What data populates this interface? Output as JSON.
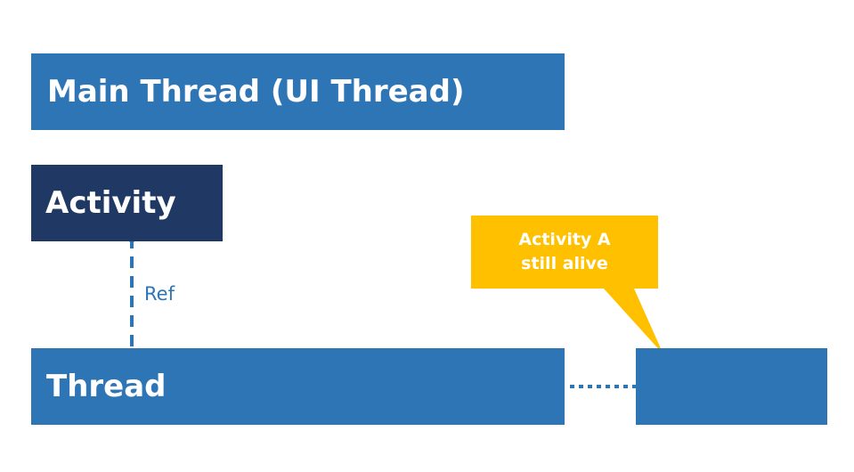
{
  "diagram": {
    "main_thread": {
      "label": "Main Thread (UI Thread)"
    },
    "activity": {
      "label": "Activity"
    },
    "reference": {
      "label": "Ref"
    },
    "thread": {
      "label": "Thread"
    },
    "callout": {
      "line1": "Activity A",
      "line2": "still alive"
    }
  },
  "colors": {
    "thread_blue": "#2e75b6",
    "activity_navy": "#1f3864",
    "callout_yellow": "#ffc000",
    "text_white": "#ffffff"
  }
}
